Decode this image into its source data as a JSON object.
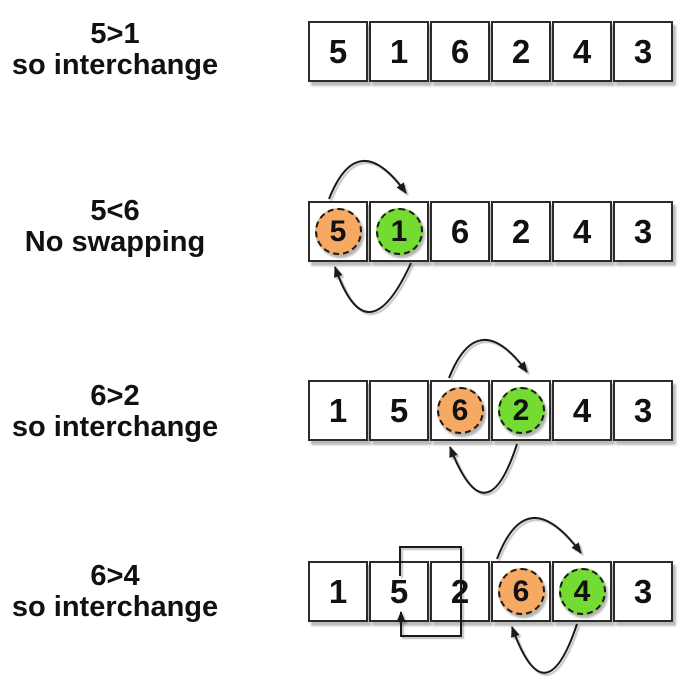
{
  "colors": {
    "swap_first": "#F5A962",
    "swap_second": "#74DB33",
    "cell_border": "#2B2B2B",
    "cell_bg": "#FFFFFF",
    "arrow_ink": "#1A1A1A",
    "text_ink": "#111111"
  },
  "steps": [
    {
      "label_line1": "5>1",
      "label_line2": "so interchange",
      "cells": [
        "5",
        "1",
        "6",
        "2",
        "4",
        "3"
      ],
      "highlights": []
    },
    {
      "label_line1": "5<6",
      "label_line2": "No swapping",
      "cells": [
        "5",
        "1",
        "6",
        "2",
        "4",
        "3"
      ],
      "highlights": [
        {
          "index": 0,
          "value": "5",
          "color_role": "swap_first"
        },
        {
          "index": 1,
          "value": "1",
          "color_role": "swap_second"
        }
      ],
      "swap_arrows_between": [
        0,
        1
      ]
    },
    {
      "label_line1": "6>2",
      "label_line2": "so interchange",
      "cells": [
        "1",
        "5",
        "6",
        "2",
        "4",
        "3"
      ],
      "highlights": [
        {
          "index": 2,
          "value": "6",
          "color_role": "swap_first"
        },
        {
          "index": 3,
          "value": "2",
          "color_role": "swap_second"
        }
      ],
      "swap_arrows_between": [
        2,
        3
      ]
    },
    {
      "label_line1": "6>4",
      "label_line2": "so interchange",
      "cells": [
        "1",
        "5",
        "2",
        "6",
        "4",
        "3"
      ],
      "highlights": [
        {
          "index": 3,
          "value": "6",
          "color_role": "swap_first"
        },
        {
          "index": 4,
          "value": "4",
          "color_role": "swap_second"
        }
      ],
      "swap_arrows_between": [
        3,
        4
      ],
      "loop_marker_between": [
        1,
        2
      ]
    }
  ]
}
